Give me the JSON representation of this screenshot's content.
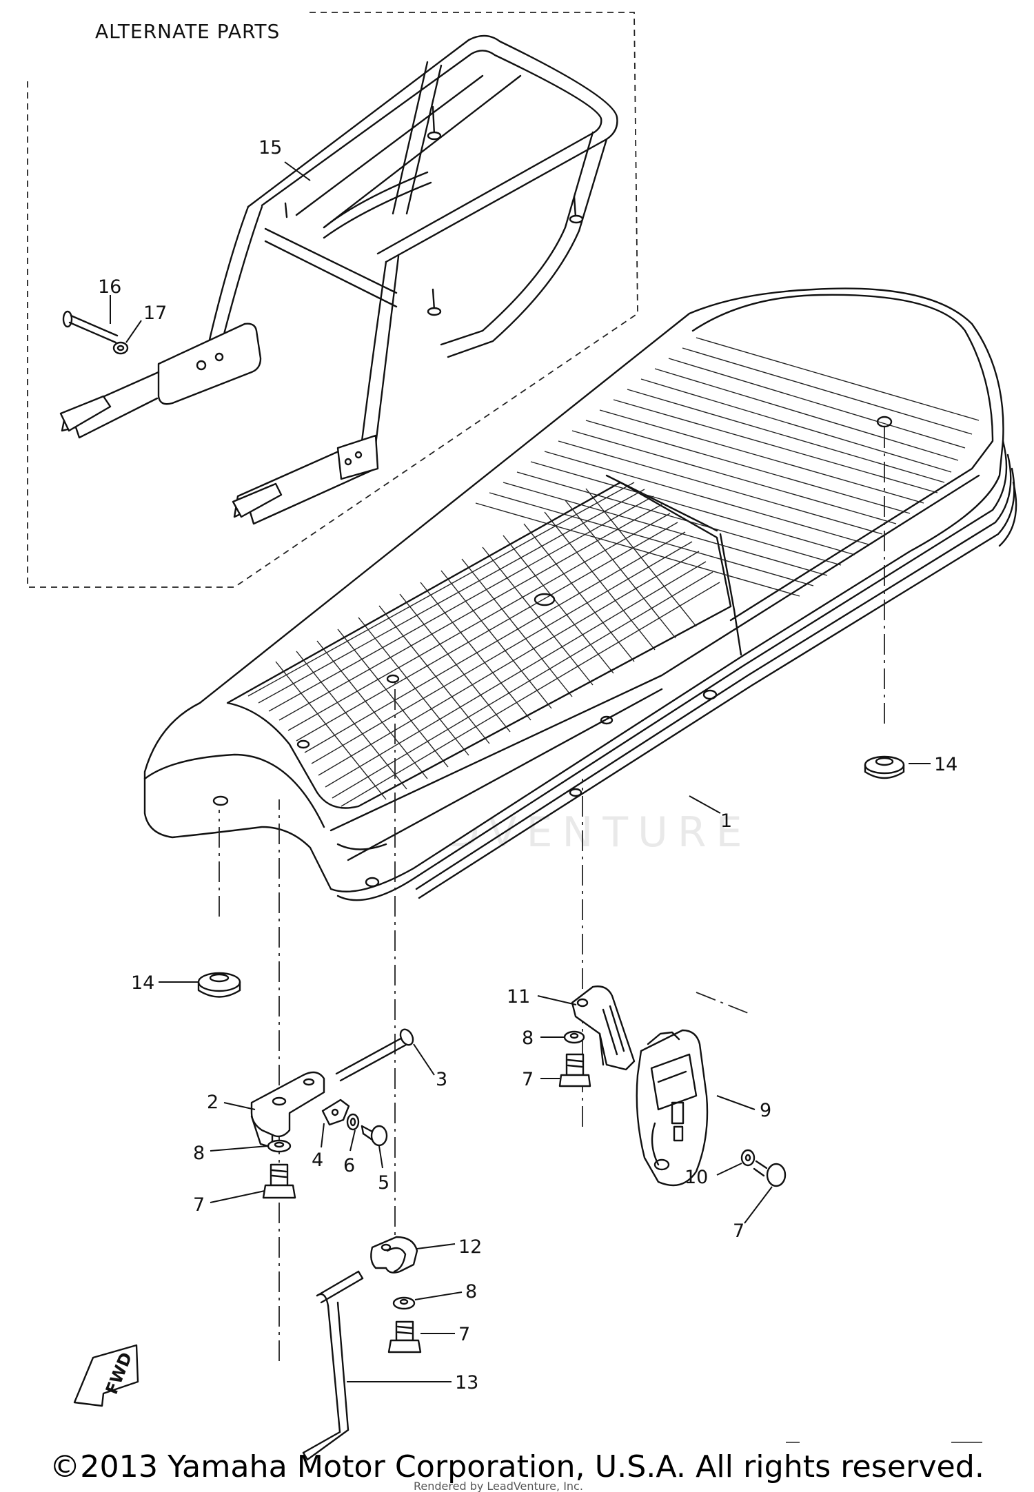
{
  "header": {
    "alternate_parts": "ALTERNATE PARTS"
  },
  "fwd_label": "FWD",
  "watermark": "LEADVENTURE",
  "footer": {
    "copyright": "©2013 Yamaha Motor Corporation, U.S.A. All rights reserved.",
    "rendered_by": "Rendered by LeadVenture, Inc."
  },
  "callouts": {
    "c1": "1",
    "c2": "2",
    "c3": "3",
    "c4": "4",
    "c5": "5",
    "c6": "6",
    "c7a": "7",
    "c7b": "7",
    "c7c": "7",
    "c7d": "7",
    "c8a": "8",
    "c8b": "8",
    "c8c": "8",
    "c9": "9",
    "c10": "10",
    "c11": "11",
    "c12": "12",
    "c13": "13",
    "c14a": "14",
    "c14b": "14",
    "c15": "15",
    "c16": "16",
    "c17": "17"
  }
}
